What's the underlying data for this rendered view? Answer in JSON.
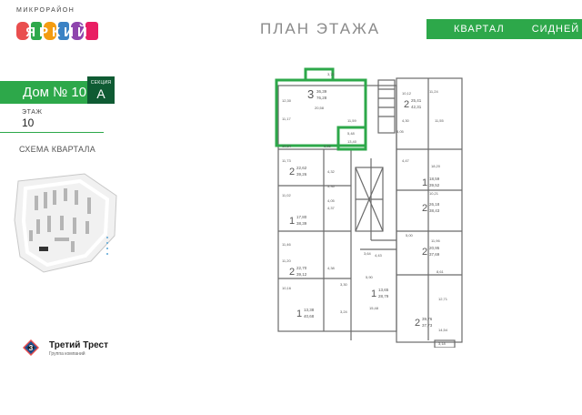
{
  "logo": {
    "subtitle": "МИКРОРАЙОН",
    "name": "ЯРКИЙ"
  },
  "header": {
    "title": "ПЛАН ЭТАЖА"
  },
  "quarter": {
    "label": "КВАРТАЛ",
    "name": "СИДНЕЙ"
  },
  "house": {
    "title": "Дом № 10",
    "section_label": "СЕКЦИЯ",
    "section_value": "А"
  },
  "floor": {
    "label": "ЭТАЖ",
    "value": "10"
  },
  "scheme": {
    "label": "СХЕМА КВАРТАЛА"
  },
  "company": {
    "name": "Третий Трест",
    "subtitle": "Группа компаний",
    "logo_number": "3"
  },
  "colors": {
    "accent": "#2da84a",
    "dark_accent": "#0f5b33"
  },
  "plan": {
    "highlighted": {
      "rooms": "3",
      "area_living": "36,39",
      "area_total": "76,28"
    },
    "apartments": [
      {
        "rooms": "2",
        "area_living": "25,41",
        "area_total": "42,31"
      },
      {
        "rooms": "2",
        "area_living": "22,62",
        "area_total": "39,26"
      },
      {
        "rooms": "1",
        "area_living": "18,59",
        "area_total": "39,52"
      },
      {
        "rooms": "1",
        "area_living": "17,80",
        "area_total": "38,39"
      },
      {
        "rooms": "2",
        "area_living": "26,18",
        "area_total": "38,43"
      },
      {
        "rooms": "2",
        "area_living": "20,95",
        "area_total": "37,69"
      },
      {
        "rooms": "2",
        "area_living": "22,70",
        "area_total": "39,12"
      },
      {
        "rooms": "1",
        "area_living": "13,65",
        "area_total": "28,79"
      },
      {
        "rooms": "1",
        "area_living": "13,38",
        "area_total": "40,68"
      },
      {
        "rooms": "2",
        "area_living": "39,76",
        "area_total": "37,73"
      }
    ],
    "room_labels": {
      "hl_a": "12,30",
      "hl_b": "11,17",
      "hl_c": "20,58",
      "hl_d": "11,59",
      "hl_e": "3,76",
      "hl_f": "5,48",
      "hl_g": "13,40",
      "r1": "10,12",
      "r2": "11,24",
      "r3": "11,55",
      "r4": "4,30",
      "r5": "8,05",
      "r6": "10,84",
      "r7": "5,86",
      "r8": "11,73",
      "r9": "4,32",
      "r10": "4,47",
      "r11": "18,20",
      "r12": "5,36",
      "r13": "11,02",
      "r14": "4,05",
      "r15": "10,21",
      "r16": "4,37",
      "r17": "11,46",
      "r18": "11,96",
      "r19": "5,00",
      "r20": "3,64",
      "r21": "4,43",
      "r22": "11,20",
      "r23": "4,38",
      "r24": "8,61",
      "r25": "5,90",
      "r26": "3,30",
      "r27": "12,71",
      "r28": "10,16",
      "r29": "3,24",
      "r30": "15,48",
      "r31": "14,54",
      "r32": "3,18"
    }
  }
}
